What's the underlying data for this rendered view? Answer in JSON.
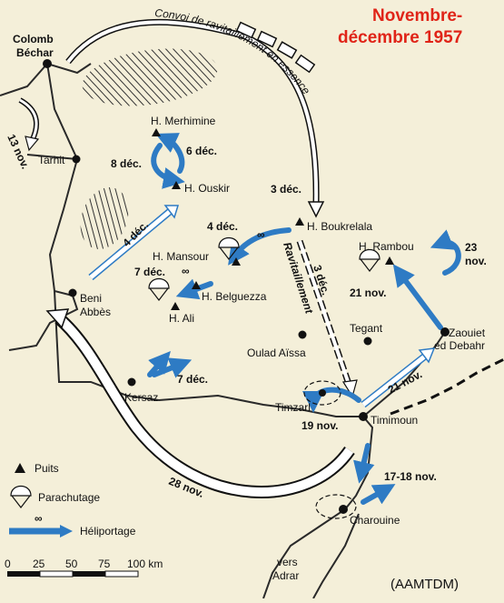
{
  "title": {
    "line1": "Novembre-",
    "line2": "décembre 1957"
  },
  "credit": "(AAMTDM)",
  "places": {
    "colomb_bechar": [
      "Colomb",
      "Béchar"
    ],
    "tarhit": "Tarhit",
    "h_merhimine": "H. Merhimine",
    "h_ouskir": "H. Ouskir",
    "h_boukrelala": "H. Boukrelala",
    "h_mansour": "H. Mansour",
    "h_belguezza": "H. Belguezza",
    "h_ali": "H. Ali",
    "h_rambou": "H. Rambou",
    "beni_abbes": [
      "Beni",
      "Abbès"
    ],
    "oulad_aissa": "Oulad Aïssa",
    "tegant": "Tegant",
    "zaouiet": [
      "Zaouiet",
      "ed Debahr"
    ],
    "kersaz": "Kersaz",
    "timzarl": "Timzarl",
    "timimoun": "Timimoun",
    "charouine": "Charouine",
    "vers_adrar": [
      "vers",
      "Adrar"
    ]
  },
  "date_labels": {
    "nov13": "13 nov.",
    "dec8": "8 déc.",
    "dec6": "6 déc.",
    "dec3_top": "3 déc.",
    "dec4_heli": "4 déc.",
    "dec4_conv": "4 déc.",
    "dec7_a": "7 déc.",
    "dec3_ravit": "3 déc.",
    "ravitaillement": "Ravitaillement",
    "nov23": [
      "23",
      "nov."
    ],
    "nov21_a": "21 nov.",
    "nov21_b": "21 nov.",
    "dec7_b": "7 déc.",
    "nov19": "19 nov.",
    "nov28": "28 nov.",
    "nov1718": "17-18 nov."
  },
  "convoy_label": "Convoi de ravitaillement en essence",
  "legend": {
    "puits": "Puits",
    "parachutage": "Parachutage",
    "heliportage": "Héliportage",
    "heli_symbol": "∞"
  },
  "scale": {
    "ticks": [
      "0",
      "25",
      "50",
      "75",
      "100 km"
    ]
  },
  "colors": {
    "background": "#f4efd9",
    "road": "#2a2a2a",
    "heli_arrow": "#2e7bc4",
    "title_red": "#e02418",
    "white_arrow_fill": "#ffffff"
  }
}
